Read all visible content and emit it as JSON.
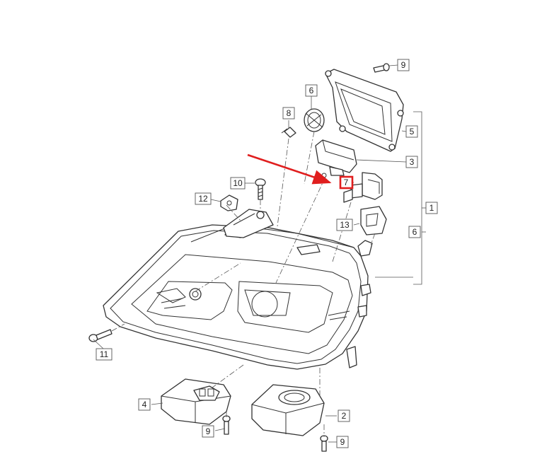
{
  "diagram": {
    "callouts": {
      "c1": "1",
      "c2": "2",
      "c3": "3",
      "c4": "4",
      "c5": "5",
      "c6_top": "6",
      "c6_side": "6",
      "c7": "7",
      "c8": "8",
      "c9_top": "9",
      "c9_left": "9",
      "c9_right": "9",
      "c10": "10",
      "c11": "11",
      "c12": "12",
      "c13": "13"
    },
    "highlighted_callout": "7",
    "colors": {
      "highlight": "#e01e1e",
      "line": "#333333"
    }
  }
}
